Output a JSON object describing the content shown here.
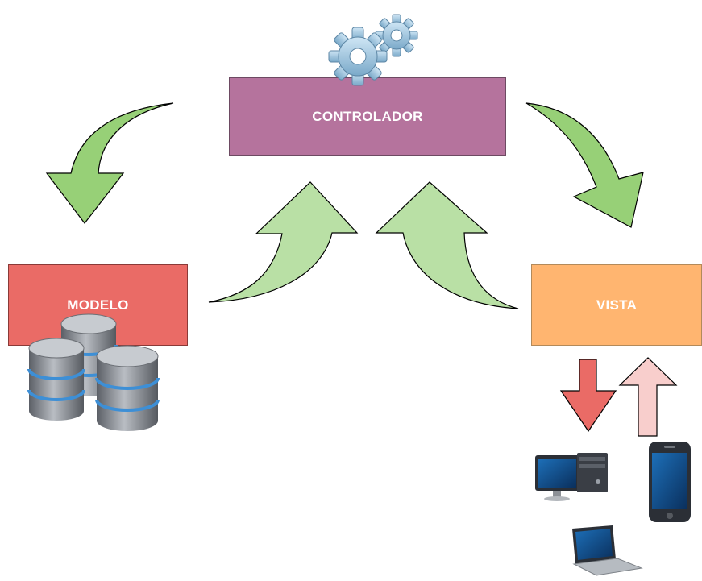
{
  "nodes": {
    "controlador": {
      "label": "CONTROLADOR",
      "color": "#b5739d"
    },
    "modelo": {
      "label": "MODELO",
      "color": "#ea6b66"
    },
    "vista": {
      "label": "VISTA",
      "color": "#ffb570"
    }
  },
  "colors": {
    "arrow_dark_green": "#97d077",
    "arrow_light_green": "#b9e0a5",
    "arrow_red": "#ea6b66",
    "arrow_pink": "#f8cecc"
  },
  "icons": [
    "gears-icon",
    "database-icon",
    "desktop-computer-icon",
    "smartphone-icon",
    "laptop-icon"
  ]
}
